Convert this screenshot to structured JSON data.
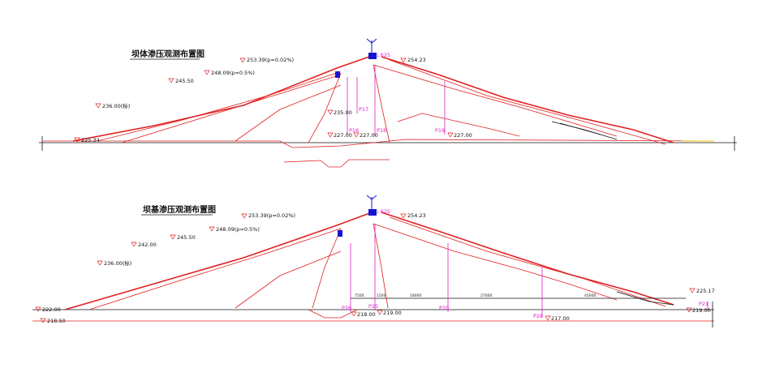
{
  "sections": [
    {
      "title": "坝体渗压观测布置图",
      "elevations": [
        {
          "text": "253.39(p=0.02%)"
        },
        {
          "text": "254.23"
        },
        {
          "text": "248.09(p=0.5%)"
        },
        {
          "text": "245.50"
        },
        {
          "text": "236.00(标)"
        },
        {
          "text": "225.34"
        },
        {
          "text": "235.00"
        },
        {
          "text": "227.00"
        },
        {
          "text": "227.00"
        },
        {
          "text": "227.00"
        }
      ],
      "piezometers": [
        "P17",
        "P16",
        "P18",
        "P19"
      ],
      "crest_label": "⊥625"
    },
    {
      "title": "坝基渗压观测布置图",
      "elevations": [
        {
          "text": "253.39(p=0.02%)"
        },
        {
          "text": "254.23"
        },
        {
          "text": "248.09(p=0.5%)"
        },
        {
          "text": "245.50"
        },
        {
          "text": "242.00"
        },
        {
          "text": "236.00(标)"
        },
        {
          "text": "222.00"
        },
        {
          "text": "218.50"
        },
        {
          "text": "218.00"
        },
        {
          "text": "219.00"
        },
        {
          "text": "225.17"
        },
        {
          "text": "219.00"
        },
        {
          "text": "217.00"
        }
      ],
      "piezometers": [
        "P26",
        "P25",
        "P20",
        "P28",
        "P21"
      ],
      "dimensions": [
        "7500",
        "1500",
        "18000",
        "27000",
        "45000"
      ],
      "crest_label": "⊥625"
    }
  ],
  "colors": {
    "section_line": "#e02020",
    "piezometer": "#e020c8",
    "marker": "#1515d0"
  }
}
